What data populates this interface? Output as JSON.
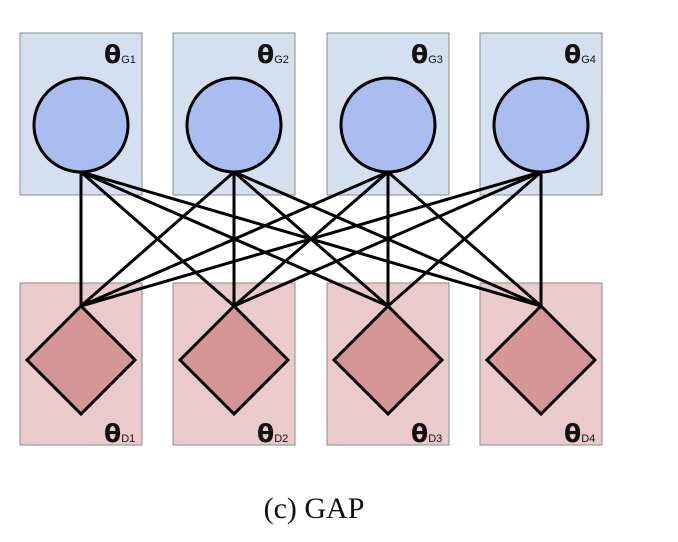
{
  "caption": "(c) GAP",
  "colors": {
    "generator_box_fill": "#d4e0f0",
    "generator_box_stroke": "#8b8b8b",
    "generator_node_fill": "#a9bdf0",
    "discriminator_box_fill": "#ebcacb",
    "discriminator_box_stroke": "#8b8b8b",
    "discriminator_node_fill": "#d49596",
    "edge_stroke": "#000000"
  },
  "generators": [
    {
      "symbol": "θ",
      "subscript": "G1",
      "node_shape": "circle"
    },
    {
      "symbol": "θ",
      "subscript": "G2",
      "node_shape": "circle"
    },
    {
      "symbol": "θ",
      "subscript": "G3",
      "node_shape": "circle"
    },
    {
      "symbol": "θ",
      "subscript": "G4",
      "node_shape": "circle"
    }
  ],
  "discriminators": [
    {
      "symbol": "θ",
      "subscript": "D1",
      "node_shape": "diamond"
    },
    {
      "symbol": "θ",
      "subscript": "D2",
      "node_shape": "diamond"
    },
    {
      "symbol": "θ",
      "subscript": "D3",
      "node_shape": "diamond"
    },
    {
      "symbol": "θ",
      "subscript": "D4",
      "node_shape": "diamond"
    }
  ],
  "connectivity": "every generator connected to every discriminator"
}
